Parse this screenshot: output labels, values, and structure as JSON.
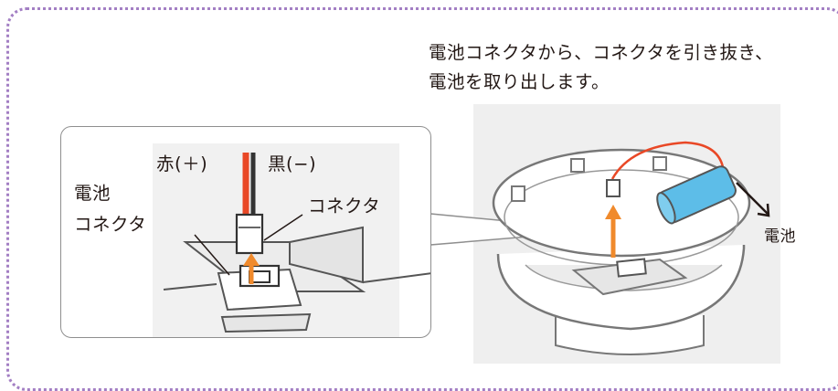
{
  "instruction": {
    "line1": "電池コネクタから、コネクタを引き抜き、",
    "line2": "電池を取り出します。"
  },
  "callout": {
    "wire_red_label": "赤(＋)",
    "wire_black_label": "黒(−)",
    "battery_connector_label_line1": "電池",
    "battery_connector_label_line2": "コネクタ",
    "connector_label": "コネクタ"
  },
  "device": {
    "battery_label": "電池"
  },
  "colors": {
    "frame": "#a37fc4",
    "arrow": "#f08a2c",
    "battery": "#5dbde8",
    "wire_red": "#e94826",
    "wire_black": "#333333"
  }
}
